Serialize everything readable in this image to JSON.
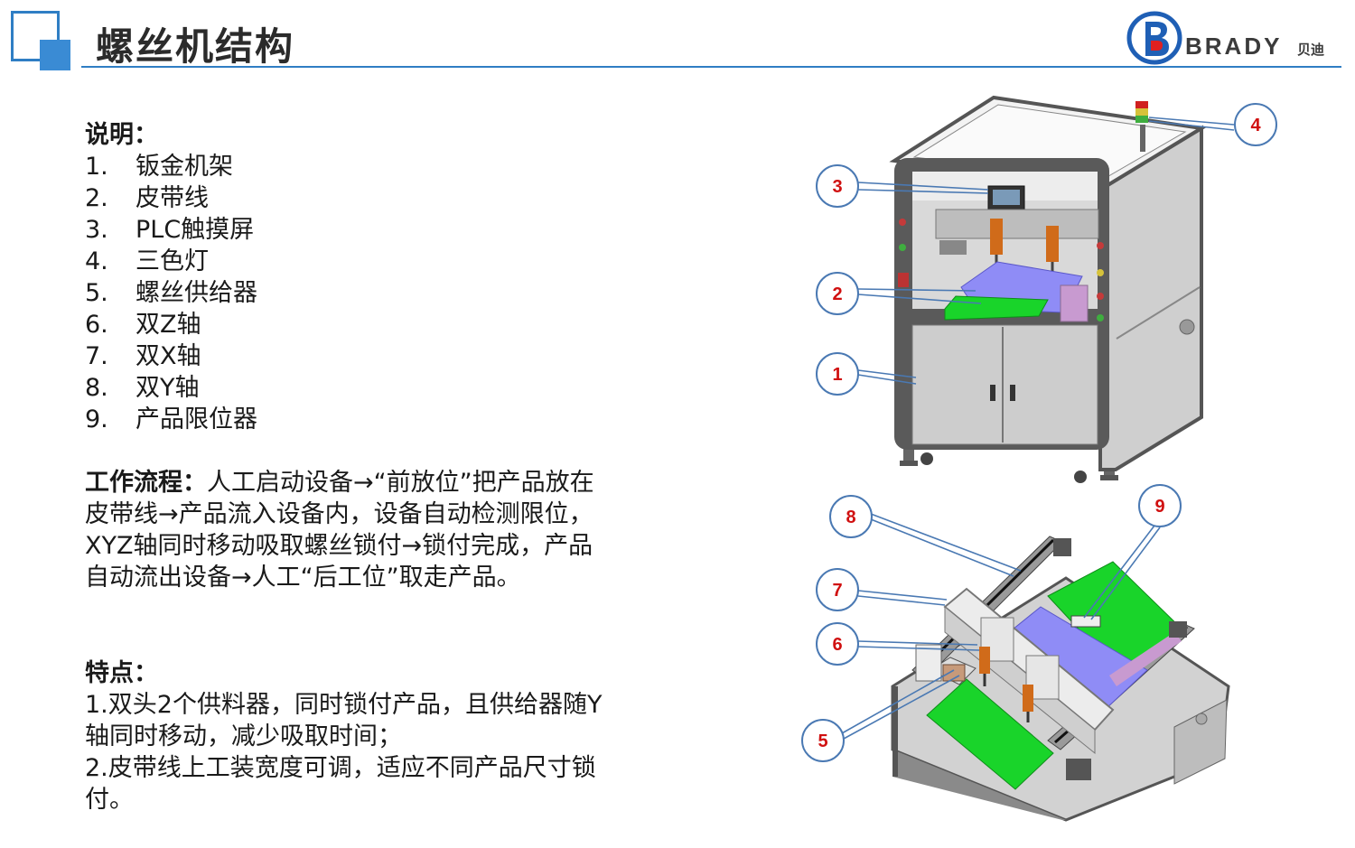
{
  "header": {
    "title": "螺丝机结构",
    "logo_word": "BRADY",
    "logo_cn": "贝迪"
  },
  "description": {
    "heading": "说明：",
    "items": [
      {
        "num": "1.",
        "label": "钣金机架"
      },
      {
        "num": "2.",
        "label": "皮带线"
      },
      {
        "num": "3.",
        "label": "PLC触摸屏"
      },
      {
        "num": "4.",
        "label": "三色灯"
      },
      {
        "num": "5.",
        "label": "螺丝供给器"
      },
      {
        "num": "6.",
        "label": "双Z轴"
      },
      {
        "num": "7.",
        "label": "双X轴"
      },
      {
        "num": "8.",
        "label": "双Y轴"
      },
      {
        "num": "9.",
        "label": "产品限位器"
      }
    ]
  },
  "workflow": {
    "heading": "工作流程：",
    "text": "人工启动设备→“前放位”把产品放在皮带线→产品流入设备内，设备自动检测限位，XYZ轴同时移动吸取螺丝锁付→锁付完成，产品自动流出设备→人工“后工位”取走产品。"
  },
  "features": {
    "heading": "特点：",
    "lines": [
      "1.双头2个供料器，同时锁付产品，且供给器随Y轴同时移动，减少吸取时间；",
      "2.皮带线上工装宽度可调，适应不同产品尺寸锁付。"
    ]
  },
  "callouts": {
    "c1": "1",
    "c2": "2",
    "c3": "3",
    "c4": "4",
    "c5": "5",
    "c6": "6",
    "c7": "7",
    "c8": "8",
    "c9": "9"
  },
  "colors": {
    "accent": "#2f7ec4",
    "belt_green": "#19d42a",
    "platform_purple": "#8f8cf6",
    "frame_dark": "#555555",
    "panel_grey": "#c9c9c9",
    "callout_red": "#d01010"
  }
}
